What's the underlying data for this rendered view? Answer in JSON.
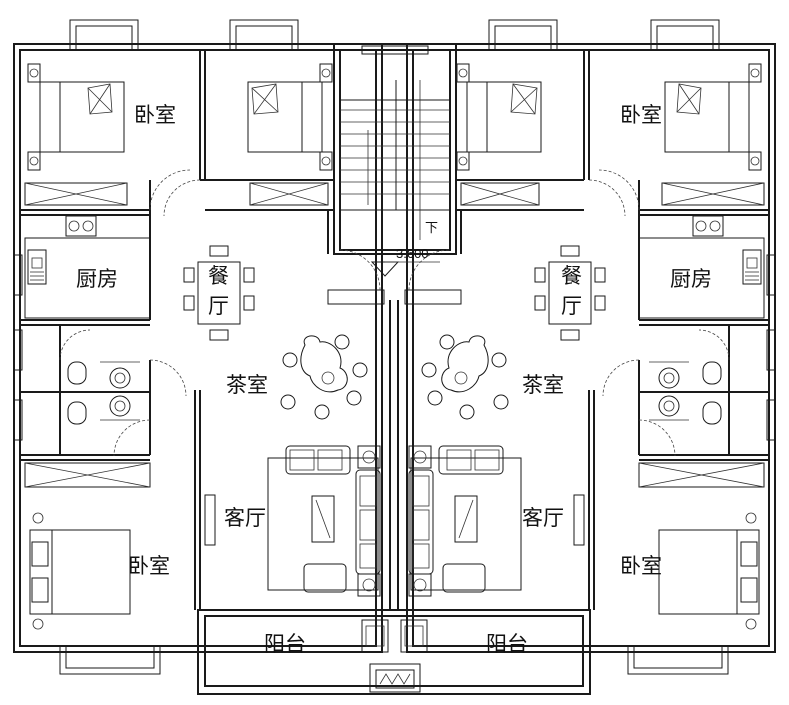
{
  "labels": {
    "bedroom": "卧室",
    "kitchen": "厨房",
    "dining_1": "餐",
    "dining_2": "厅",
    "tea_room": "茶室",
    "living_room": "客厅",
    "balcony": "阳台",
    "down": "下",
    "elevation": "3.600"
  }
}
